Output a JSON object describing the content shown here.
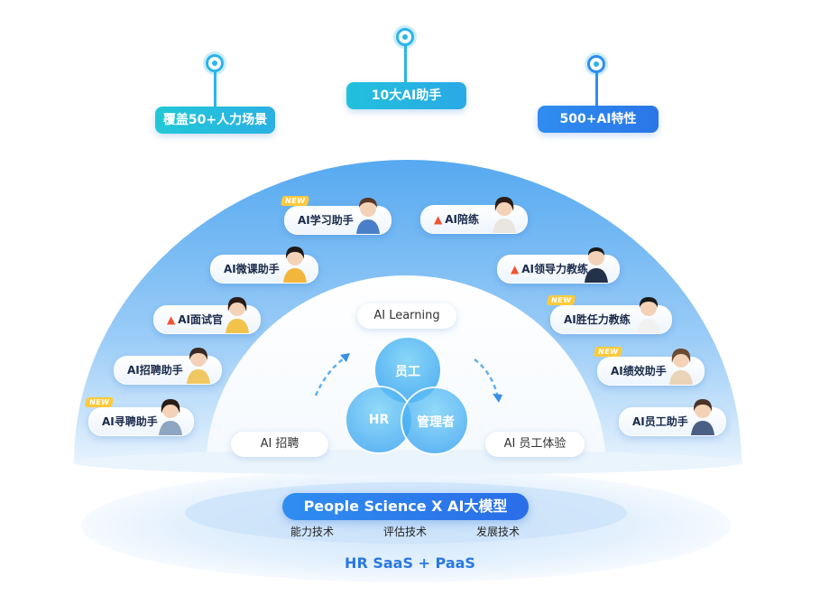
{
  "top_tags": {
    "left": "覆盖50+人力场景",
    "center": "10大AI助手",
    "right": "500+AI特性"
  },
  "assistants_left": [
    {
      "label": "AI学习助手",
      "new": true,
      "hot": false
    },
    {
      "label": "AI微课助手",
      "new": false,
      "hot": false
    },
    {
      "label": "AI面试官",
      "new": false,
      "hot": true
    },
    {
      "label": "AI招聘助手",
      "new": false,
      "hot": false
    },
    {
      "label": "AI寻聘助手",
      "new": true,
      "hot": false
    }
  ],
  "assistants_right": [
    {
      "label": "AI陪练",
      "new": false,
      "hot": true
    },
    {
      "label": "AI领导力教练",
      "new": false,
      "hot": true
    },
    {
      "label": "AI胜任力教练",
      "new": true,
      "hot": false
    },
    {
      "label": "AI绩效助手",
      "new": true,
      "hot": false
    },
    {
      "label": "AI员工助手",
      "new": false,
      "hot": false
    }
  ],
  "badge_text": "NEW",
  "inner": {
    "top": "AI Learning",
    "left": "AI 招聘",
    "right": "AI 员工体验"
  },
  "venn": {
    "top": "员工",
    "left": "HR",
    "right": "管理者"
  },
  "base": {
    "title": "People Science X AI大模型",
    "subs": [
      "能力技术",
      "评估技术",
      "发展技术"
    ],
    "footer": "HR SaaS + PaaS"
  },
  "colors": {
    "cyan": "#2bc4d8",
    "blue": "#2f8df0",
    "dome": "#3e97ec",
    "venn_fill": "#39aef0",
    "footer_text": "#2a78e0"
  }
}
